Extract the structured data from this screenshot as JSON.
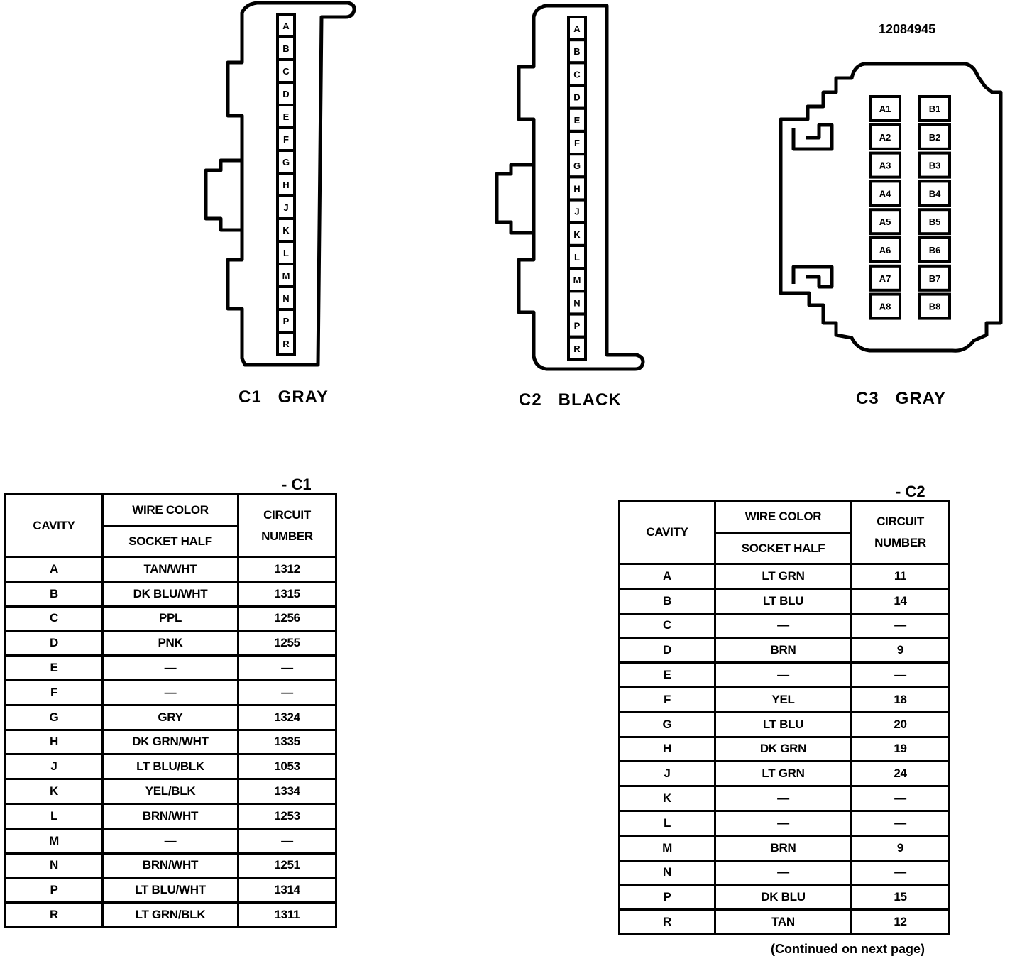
{
  "connectors": {
    "c1": {
      "label": "C1   GRAY",
      "pins": [
        "A",
        "B",
        "C",
        "D",
        "E",
        "F",
        "G",
        "H",
        "J",
        "K",
        "L",
        "M",
        "N",
        "P",
        "R"
      ]
    },
    "c2": {
      "label": "C2   BLACK",
      "pins": [
        "A",
        "B",
        "C",
        "D",
        "E",
        "F",
        "G",
        "H",
        "J",
        "K",
        "L",
        "M",
        "N",
        "P",
        "R"
      ]
    },
    "c3": {
      "label": "C3   GRAY",
      "part_number": "12084945",
      "pins_a": [
        "A1",
        "A2",
        "A3",
        "A4",
        "A5",
        "A6",
        "A7",
        "A8"
      ],
      "pins_b": [
        "B1",
        "B2",
        "B3",
        "B4",
        "B5",
        "B6",
        "B7",
        "B8"
      ]
    }
  },
  "tables": {
    "c1": {
      "tag": "- C1",
      "headers": {
        "cavity": "CAVITY",
        "wire_color": "WIRE COLOR",
        "socket_half": "SOCKET HALF",
        "circuit_1": "CIRCUIT",
        "circuit_2": "NUMBER"
      },
      "rows": [
        {
          "cavity": "A",
          "wire": "TAN/WHT",
          "circuit": "1312"
        },
        {
          "cavity": "B",
          "wire": "DK BLU/WHT",
          "circuit": "1315"
        },
        {
          "cavity": "C",
          "wire": "PPL",
          "circuit": "1256"
        },
        {
          "cavity": "D",
          "wire": "PNK",
          "circuit": "1255"
        },
        {
          "cavity": "E",
          "wire": "—",
          "circuit": "—"
        },
        {
          "cavity": "F",
          "wire": "—",
          "circuit": "—"
        },
        {
          "cavity": "G",
          "wire": "GRY",
          "circuit": "1324"
        },
        {
          "cavity": "H",
          "wire": "DK GRN/WHT",
          "circuit": "1335"
        },
        {
          "cavity": "J",
          "wire": "LT BLU/BLK",
          "circuit": "1053"
        },
        {
          "cavity": "K",
          "wire": "YEL/BLK",
          "circuit": "1334"
        },
        {
          "cavity": "L",
          "wire": "BRN/WHT",
          "circuit": "1253"
        },
        {
          "cavity": "M",
          "wire": "—",
          "circuit": "—"
        },
        {
          "cavity": "N",
          "wire": "BRN/WHT",
          "circuit": "1251"
        },
        {
          "cavity": "P",
          "wire": "LT BLU/WHT",
          "circuit": "1314"
        },
        {
          "cavity": "R",
          "wire": "LT GRN/BLK",
          "circuit": "1311"
        }
      ]
    },
    "c2": {
      "tag": "- C2",
      "headers": {
        "cavity": "CAVITY",
        "wire_color": "WIRE COLOR",
        "socket_half": "SOCKET HALF",
        "circuit_1": "CIRCUIT",
        "circuit_2": "NUMBER"
      },
      "rows": [
        {
          "cavity": "A",
          "wire": "LT GRN",
          "circuit": "11"
        },
        {
          "cavity": "B",
          "wire": "LT BLU",
          "circuit": "14"
        },
        {
          "cavity": "C",
          "wire": "—",
          "circuit": "—"
        },
        {
          "cavity": "D",
          "wire": "BRN",
          "circuit": "9"
        },
        {
          "cavity": "E",
          "wire": "—",
          "circuit": "—"
        },
        {
          "cavity": "F",
          "wire": "YEL",
          "circuit": "18"
        },
        {
          "cavity": "G",
          "wire": "LT BLU",
          "circuit": "20"
        },
        {
          "cavity": "H",
          "wire": "DK GRN",
          "circuit": "19"
        },
        {
          "cavity": "J",
          "wire": "LT GRN",
          "circuit": "24"
        },
        {
          "cavity": "K",
          "wire": "—",
          "circuit": "—"
        },
        {
          "cavity": "L",
          "wire": "—",
          "circuit": "—"
        },
        {
          "cavity": "M",
          "wire": "BRN",
          "circuit": "9"
        },
        {
          "cavity": "N",
          "wire": "—",
          "circuit": "—"
        },
        {
          "cavity": "P",
          "wire": "DK BLU",
          "circuit": "15"
        },
        {
          "cavity": "R",
          "wire": "TAN",
          "circuit": "12"
        }
      ]
    }
  },
  "footnote": "(Continued on next page)"
}
